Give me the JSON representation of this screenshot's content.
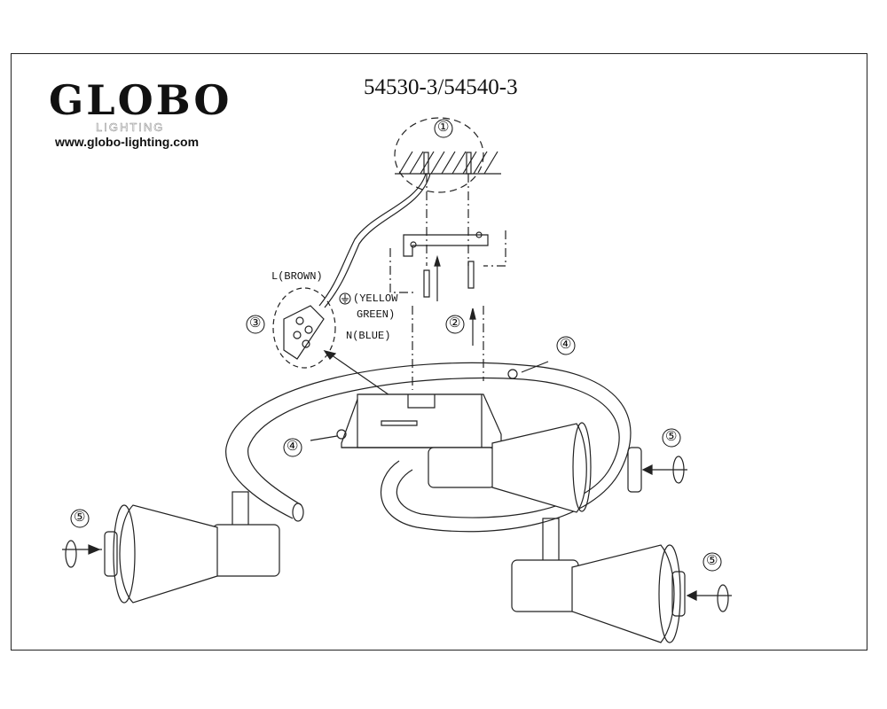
{
  "logo": {
    "brand": "GLOBO",
    "subtitle": "LIGHTING",
    "url": "www.globo-lighting.com"
  },
  "model_number": "54530-3/54540-3",
  "wiring_labels": {
    "live": "L(BROWN)",
    "earth_line1": "(YELLOW",
    "earth_line2": "GREEN)",
    "neutral": "N(BLUE)"
  },
  "step_markers": [
    "①",
    "②",
    "③",
    "④",
    "④",
    "⑤",
    "⑤",
    "⑤"
  ],
  "colors": {
    "line": "#222222",
    "background": "#ffffff"
  }
}
